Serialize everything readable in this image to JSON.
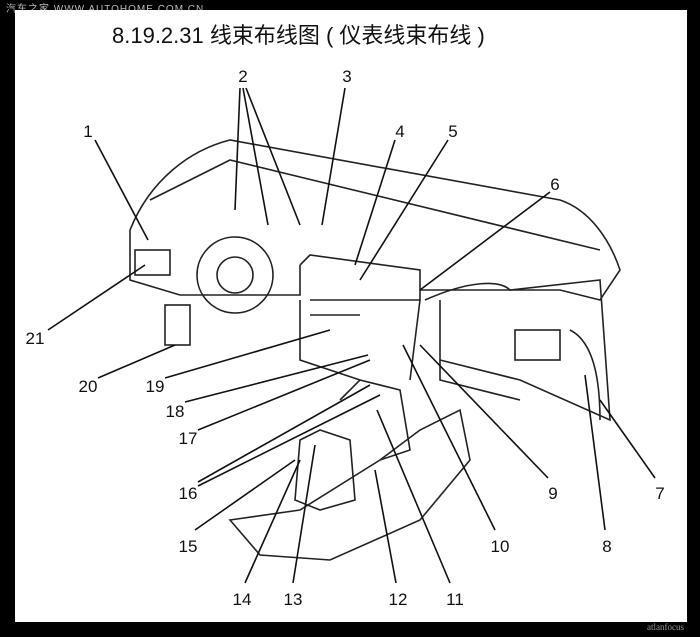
{
  "watermark_top": "汽车之家 WWW.AUTOHOME.COM.CN",
  "watermark_bottom": "atlanfocus",
  "title": "8.19.2.31 线束布线图 ( 仪表线束布线 )",
  "callouts": [
    "1",
    "2",
    "3",
    "4",
    "5",
    "6",
    "7",
    "8",
    "9",
    "10",
    "11",
    "12",
    "13",
    "14",
    "15",
    "16",
    "17",
    "18",
    "19",
    "20",
    "21"
  ]
}
